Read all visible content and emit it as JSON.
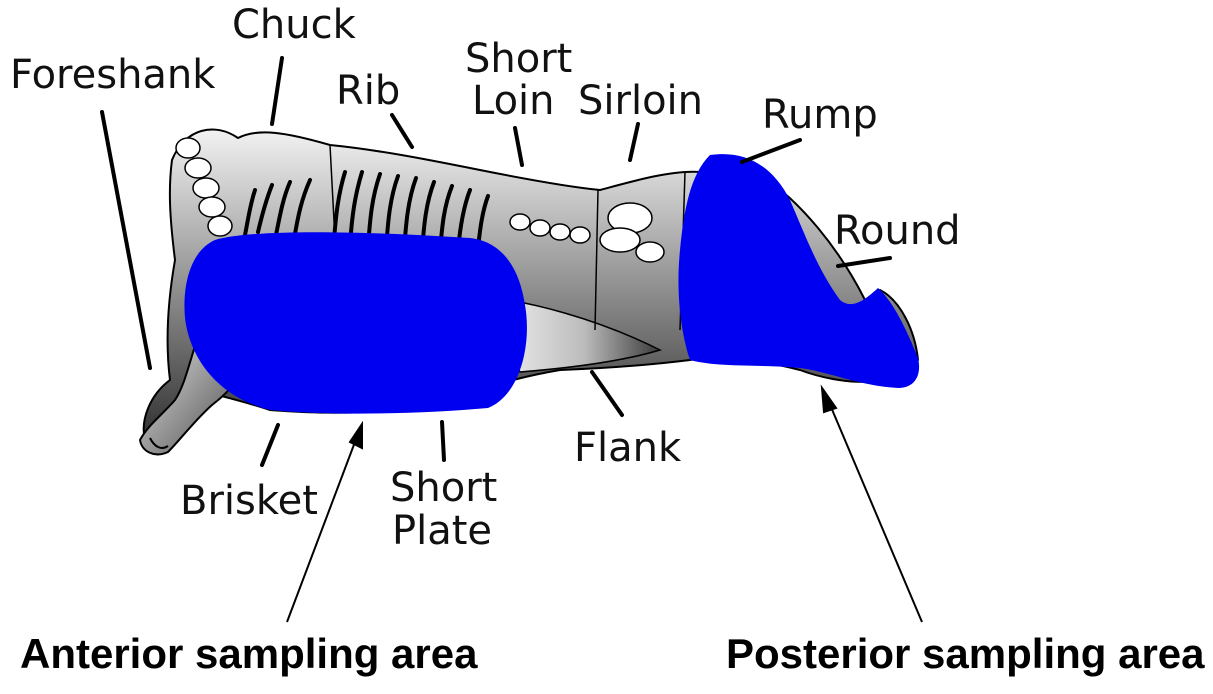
{
  "cuts": {
    "foreshank": "Foreshank",
    "chuck": "Chuck",
    "rib": "Rib",
    "short_loin_line1": "Short",
    "short_loin_line2": "Loin",
    "sirloin": "Sirloin",
    "rump": "Rump",
    "round": "Round",
    "brisket": "Brisket",
    "short_plate_line1": "Short",
    "short_plate_line2": "Plate",
    "flank": "Flank"
  },
  "sampling_areas": {
    "anterior": "Anterior sampling area",
    "posterior": "Posterior sampling area"
  },
  "colors": {
    "sampling_fill": "#0000f0",
    "carcass_light": "#f0f0f0",
    "carcass_dark": "#303030",
    "outline": "#000000"
  }
}
